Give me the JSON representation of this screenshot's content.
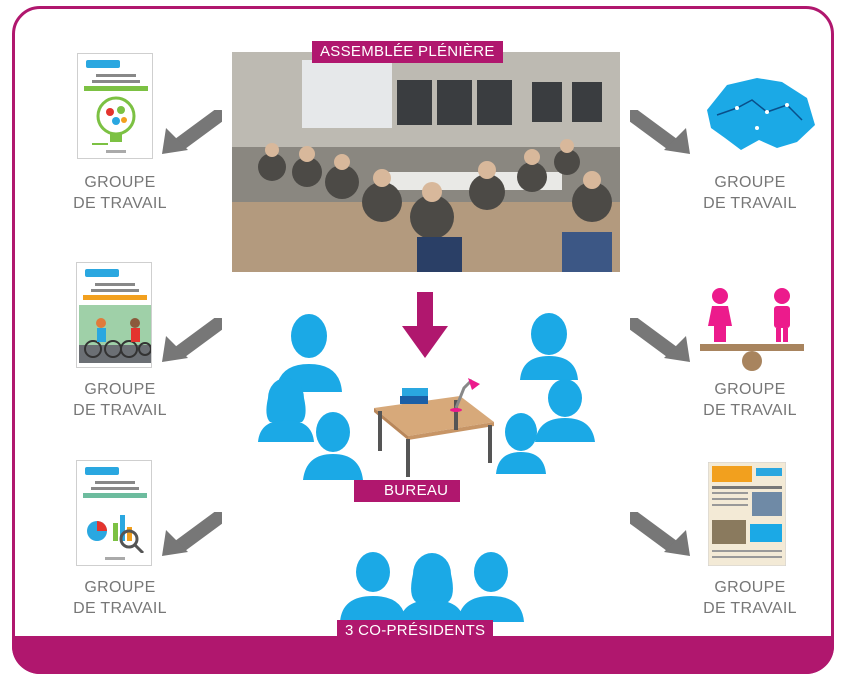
{
  "header": {
    "assembly_label": "ASSEMBLÉE PLÉNIÈRE"
  },
  "center": {
    "bureau_label": "BUREAU",
    "copresidents_label": "3 CO-PRÉSIDENTS"
  },
  "groups": [
    {
      "line1": "GROUPE",
      "line2": "DE TRAVAIL"
    },
    {
      "line1": "GROUPE",
      "line2": "DE TRAVAIL"
    },
    {
      "line1": "GROUPE",
      "line2": "DE TRAVAIL"
    },
    {
      "line1": "GROUPE",
      "line2": "DE TRAVAIL"
    },
    {
      "line1": "GROUPE",
      "line2": "DE TRAVAIL"
    },
    {
      "line1": "GROUPE",
      "line2": "DE TRAVAIL"
    }
  ],
  "colors": {
    "magenta": "#b0176e",
    "cyan": "#1ba9e6",
    "gray_arrow": "#777777",
    "pink": "#ec1b8c"
  }
}
